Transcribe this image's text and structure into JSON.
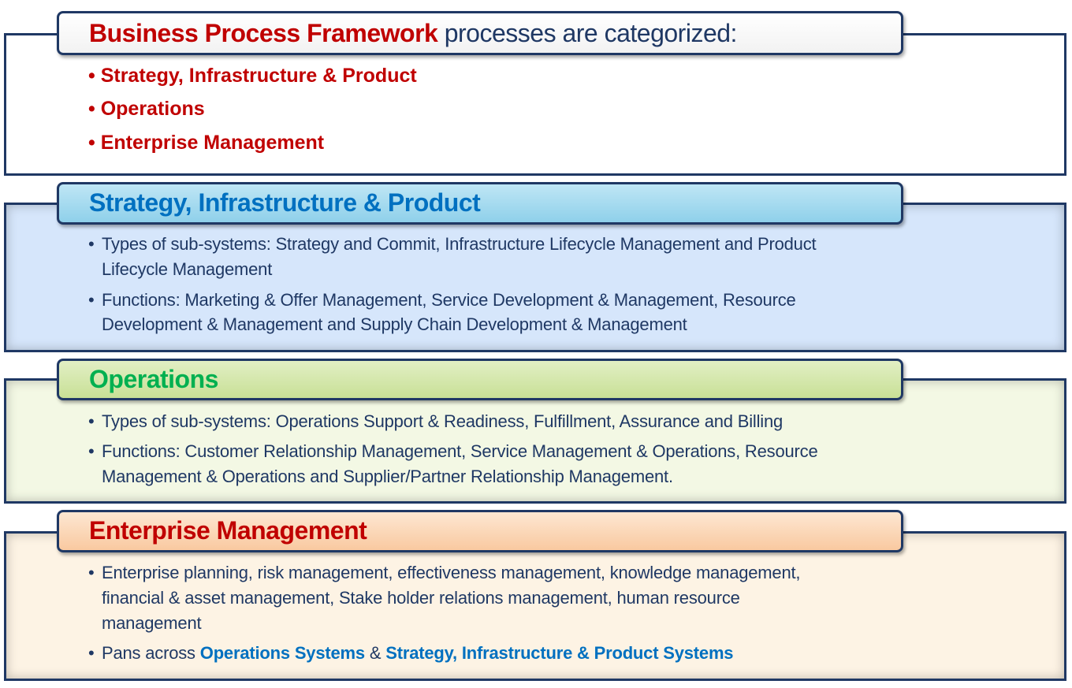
{
  "intro": {
    "title_bold": "Business Process Framework",
    "title_rest": " processes are categorized:",
    "items": [
      "Strategy, Infrastructure & Product",
      "Operations",
      "Enterprise Management"
    ]
  },
  "sip": {
    "title": "Strategy, Infrastructure & Product",
    "b1": [
      "Types of sub-systems: Strategy and Commit, Infrastructure Lifecycle Management and Product",
      "Lifecycle Management"
    ],
    "b2": [
      "Functions: Marketing & Offer Management, Service Development & Management, Resource",
      "Development & Management and Supply Chain Development & Management"
    ]
  },
  "ops": {
    "title": "Operations",
    "b1": [
      "Types of sub-systems: Operations Support & Readiness, Fulfillment, Assurance and Billing"
    ],
    "b2": [
      "Functions: Customer Relationship Management, Service Management & Operations, Resource",
      "Management & Operations and Supplier/Partner Relationship Management."
    ]
  },
  "em": {
    "title": "Enterprise Management",
    "b1": [
      "Enterprise planning, risk management, effectiveness management, knowledge management,",
      "financial & asset management, Stake holder relations management, human resource",
      "management"
    ],
    "b2_prefix": "Pans across ",
    "b2_link1": "Operations Systems",
    "b2_mid": " & ",
    "b2_link2": "Strategy, Infrastructure & Product Systems"
  },
  "colors": {
    "red": "#c00000",
    "navy": "#1f3864",
    "blue": "#0070c0",
    "green": "#00b050"
  }
}
